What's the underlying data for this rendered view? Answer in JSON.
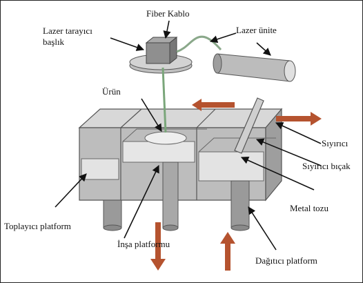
{
  "labels": {
    "fiber_kablo": "Fiber Kablo",
    "lazer_tarayici_1": "Lazer tarayıcı",
    "lazer_tarayici_2": "başlık",
    "lazer_unite": "Lazer ünite",
    "urun": "Ürün",
    "siyirici": "Sıyırıcı",
    "siyirici_bicak": "Sıyırıcı bıçak",
    "metal_tozu": "Metal tozu",
    "toplayici_platform": "Toplayıcı platform",
    "insa_platformu": "İnşa platformu",
    "dagitici_platform": "Dağıtıcı platform"
  },
  "colors": {
    "motion_arrow": "#b5532f",
    "box_fill": "#c9c9c9",
    "box_edge": "#555555",
    "powder": "#e3e3e3"
  }
}
